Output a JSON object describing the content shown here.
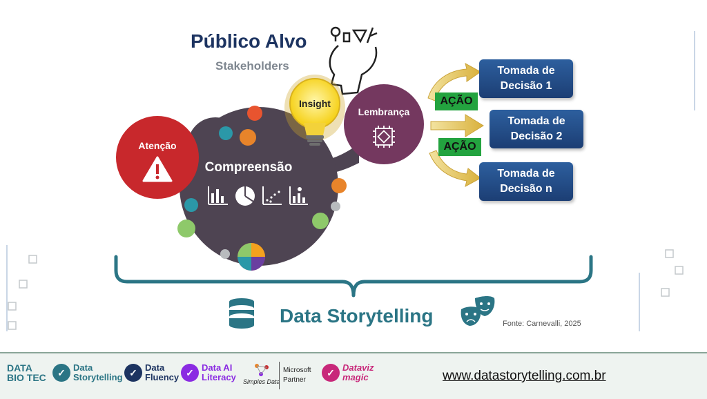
{
  "header": {
    "title": "Público Alvo",
    "subtitle": "Stakeholders"
  },
  "nodes": {
    "atencao": "Atenção",
    "compreensao": "Compreensão",
    "insight": "Insight",
    "lembranca": "Lembrança"
  },
  "decisions": [
    {
      "label": "Tomada de\nDecisão 1"
    },
    {
      "label": "Tomada de\nDecisão 2"
    },
    {
      "label": "Tomada de\nDecisão n"
    }
  ],
  "actions": [
    "AÇÃO",
    "AÇÃO"
  ],
  "bottom": {
    "title": "Data Storytelling",
    "source": "Fonte: Carnevalli, 2025"
  },
  "footer": {
    "logos": [
      {
        "label": "DATA\nBIO TEC"
      },
      {
        "label": "Data\nStorytelling"
      },
      {
        "label": "Data\nFluency"
      },
      {
        "label": "Data AI\nLiteracy"
      },
      {
        "label": "Simples Data"
      },
      {
        "label": "Microsoft\nPartner"
      },
      {
        "label": "Dataviz\nmagic"
      }
    ],
    "url": "www.datastorytelling.com.br"
  },
  "colors": {
    "title": "#1d3461",
    "attention": "#c8282c",
    "comprehension": "#4e4452",
    "remembrance": "#74385f",
    "decision": "#1c3e74",
    "action": "#23a33f",
    "brace": "#2b7585"
  }
}
